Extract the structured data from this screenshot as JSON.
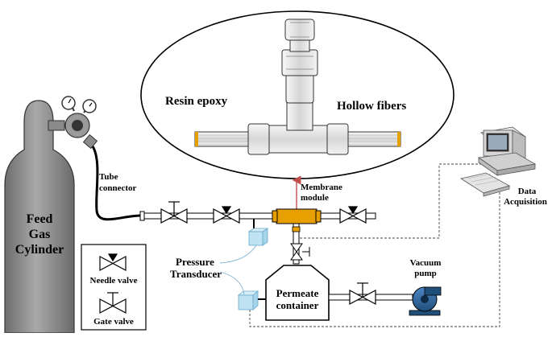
{
  "labels": {
    "resin_epoxy": "Resin epoxy",
    "hollow_fibers": "Hollow fibers",
    "tube_connector_1": "Tube",
    "tube_connector_2": "connector",
    "membrane_module_1": "Membrane",
    "membrane_module_2": "module",
    "feed_gas_1": "Feed",
    "feed_gas_2": "Gas",
    "feed_gas_3": "Cylinder",
    "pressure_transducer_1": "Pressure",
    "pressure_transducer_2": "Transducer",
    "permeate_container_1": "Permeate",
    "permeate_container_2": "container",
    "vacuum_pump_1": "Vacuum",
    "vacuum_pump_2": "pump",
    "data_acquisition_1": "Data",
    "data_acquisition_2": "Acquisition"
  },
  "legend": {
    "needle_valve": "Needle valve",
    "gate_valve": "Gate valve"
  },
  "colors": {
    "cylinder": "#8f8f8f",
    "membrane_module": "#e8a000",
    "transducer": "#bfe3f3",
    "arrow": "#c0504d",
    "pump": "#1f4e79"
  }
}
